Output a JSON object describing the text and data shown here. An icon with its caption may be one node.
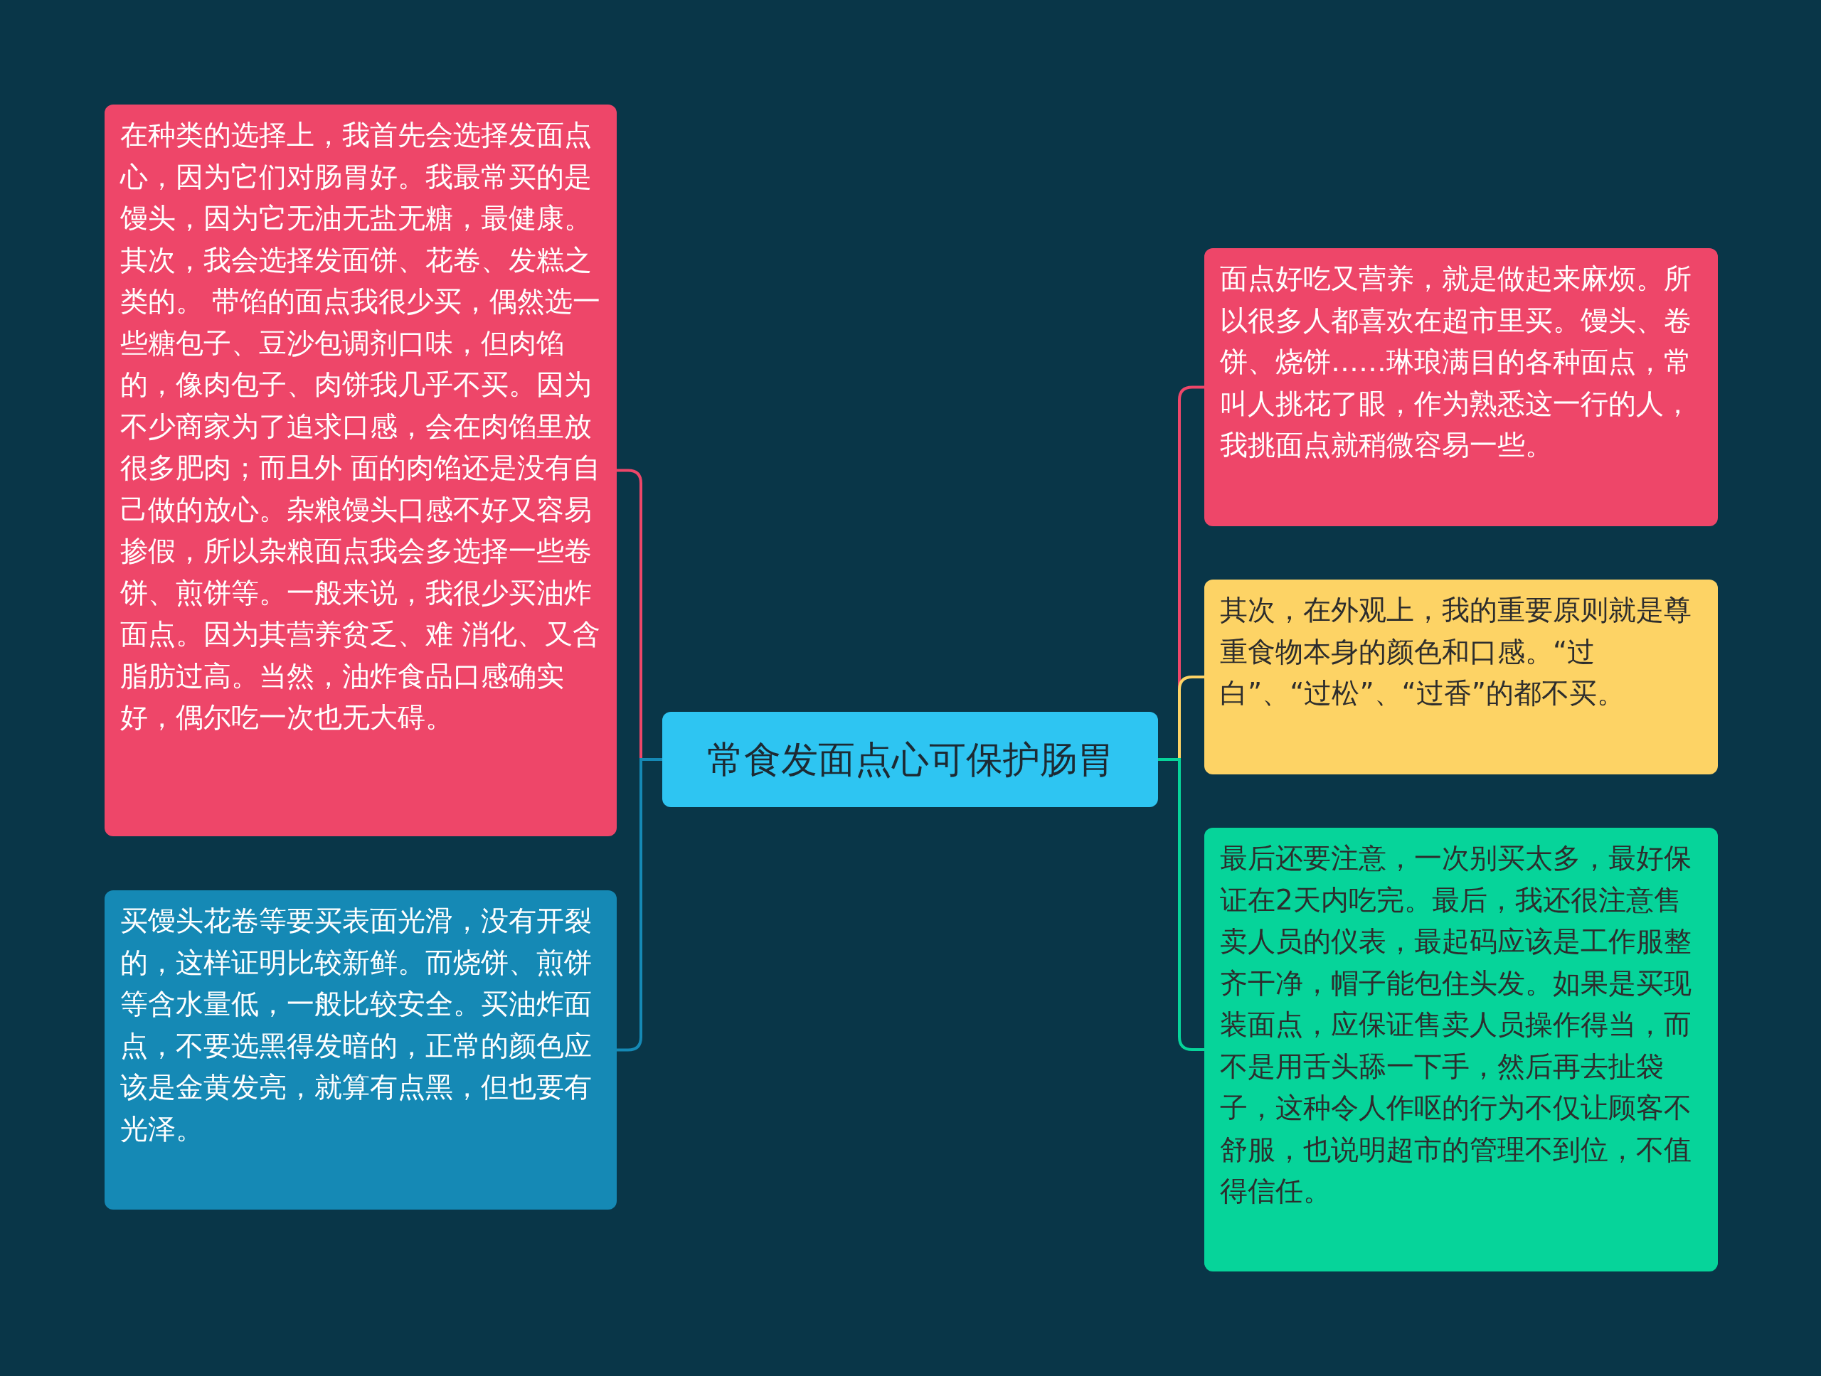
{
  "diagram": {
    "nodes": [
      {
        "text": [
          "常食发面点心可保护肠胃"
        ]
      },
      {
        "text": [
          "在种类的选择上，我首先会选择发面点心，因为它们对肠胃好。我最常买的是馒头，因为它无油无盐无糖，最健康。其次，我会选择发面饼、花卷、发糕之类的。 带馅的面点我很少买，偶然选一些糖包子、豆沙包调剂口味，但肉馅的，像肉包子、肉饼我几乎不买。因为不少商家为了追求口感，会在肉馅里放很多肥肉；而且外 面的肉馅还是没有自己做的放心。杂粮馒头口感不好又容易掺假，所以杂粮面点我会多选择一些卷饼、煎饼等。一般来说，我很少买油炸面点。因为其营养贫乏、难 消化、又含脂肪过高。当然，油炸食品口感确实好，偶尔吃一次也无大碍。"
        ]
      },
      {
        "text": [
          "买馒头花卷等要买表面光滑，没有开裂的，这样证明比较新鲜。而烧饼、煎饼等含水量低，一般比较安全。买油炸面点，不要选黑得发暗的，正常的颜色应该是金黄发亮，就算有点黑，但也要有光泽。"
        ]
      },
      {
        "text": [
          "面点好吃又营养，就是做起来麻烦。所以很多人都喜欢在超市里买。馒头、卷饼、烧饼……琳琅满目的各种面点，常叫人挑花了眼，作为熟悉这一行的人，我挑面点就稍微容易一些。"
        ]
      },
      {
        "text": [
          "其次，在外观上，我的重要原则就是尊重食物本身的颜色和口感。“过白”、“过松”、“过香”的都不买。"
        ]
      },
      {
        "text": [
          "最后还要注意，一次别买太多，最好保证在2天内吃完。最后，我还很注意售卖人员的仪表，最起码应该是工作服整齐干净，帽子能包住头发。如果是买现装面点，应保证售卖人员操作得当，而不是用舌头舔一下手，然后再去扯袋子，这种令人作呕的行为不仅让顾客不舒服，也说明超市的管理不到位，不值得信任。"
        ]
      }
    ],
    "edges": [
      {
        "from": 0,
        "to": 1,
        "arrow": "none",
        "color": "#ee4669"
      },
      {
        "from": 0,
        "to": 2,
        "arrow": "none",
        "color": "#1589b5"
      },
      {
        "from": 0,
        "to": 3,
        "arrow": "none",
        "color": "#ee4669"
      },
      {
        "from": 0,
        "to": 4,
        "arrow": "none",
        "color": "#fdd365"
      },
      {
        "from": 0,
        "to": 5,
        "arrow": "none",
        "color": "#06d49a"
      }
    ]
  }
}
